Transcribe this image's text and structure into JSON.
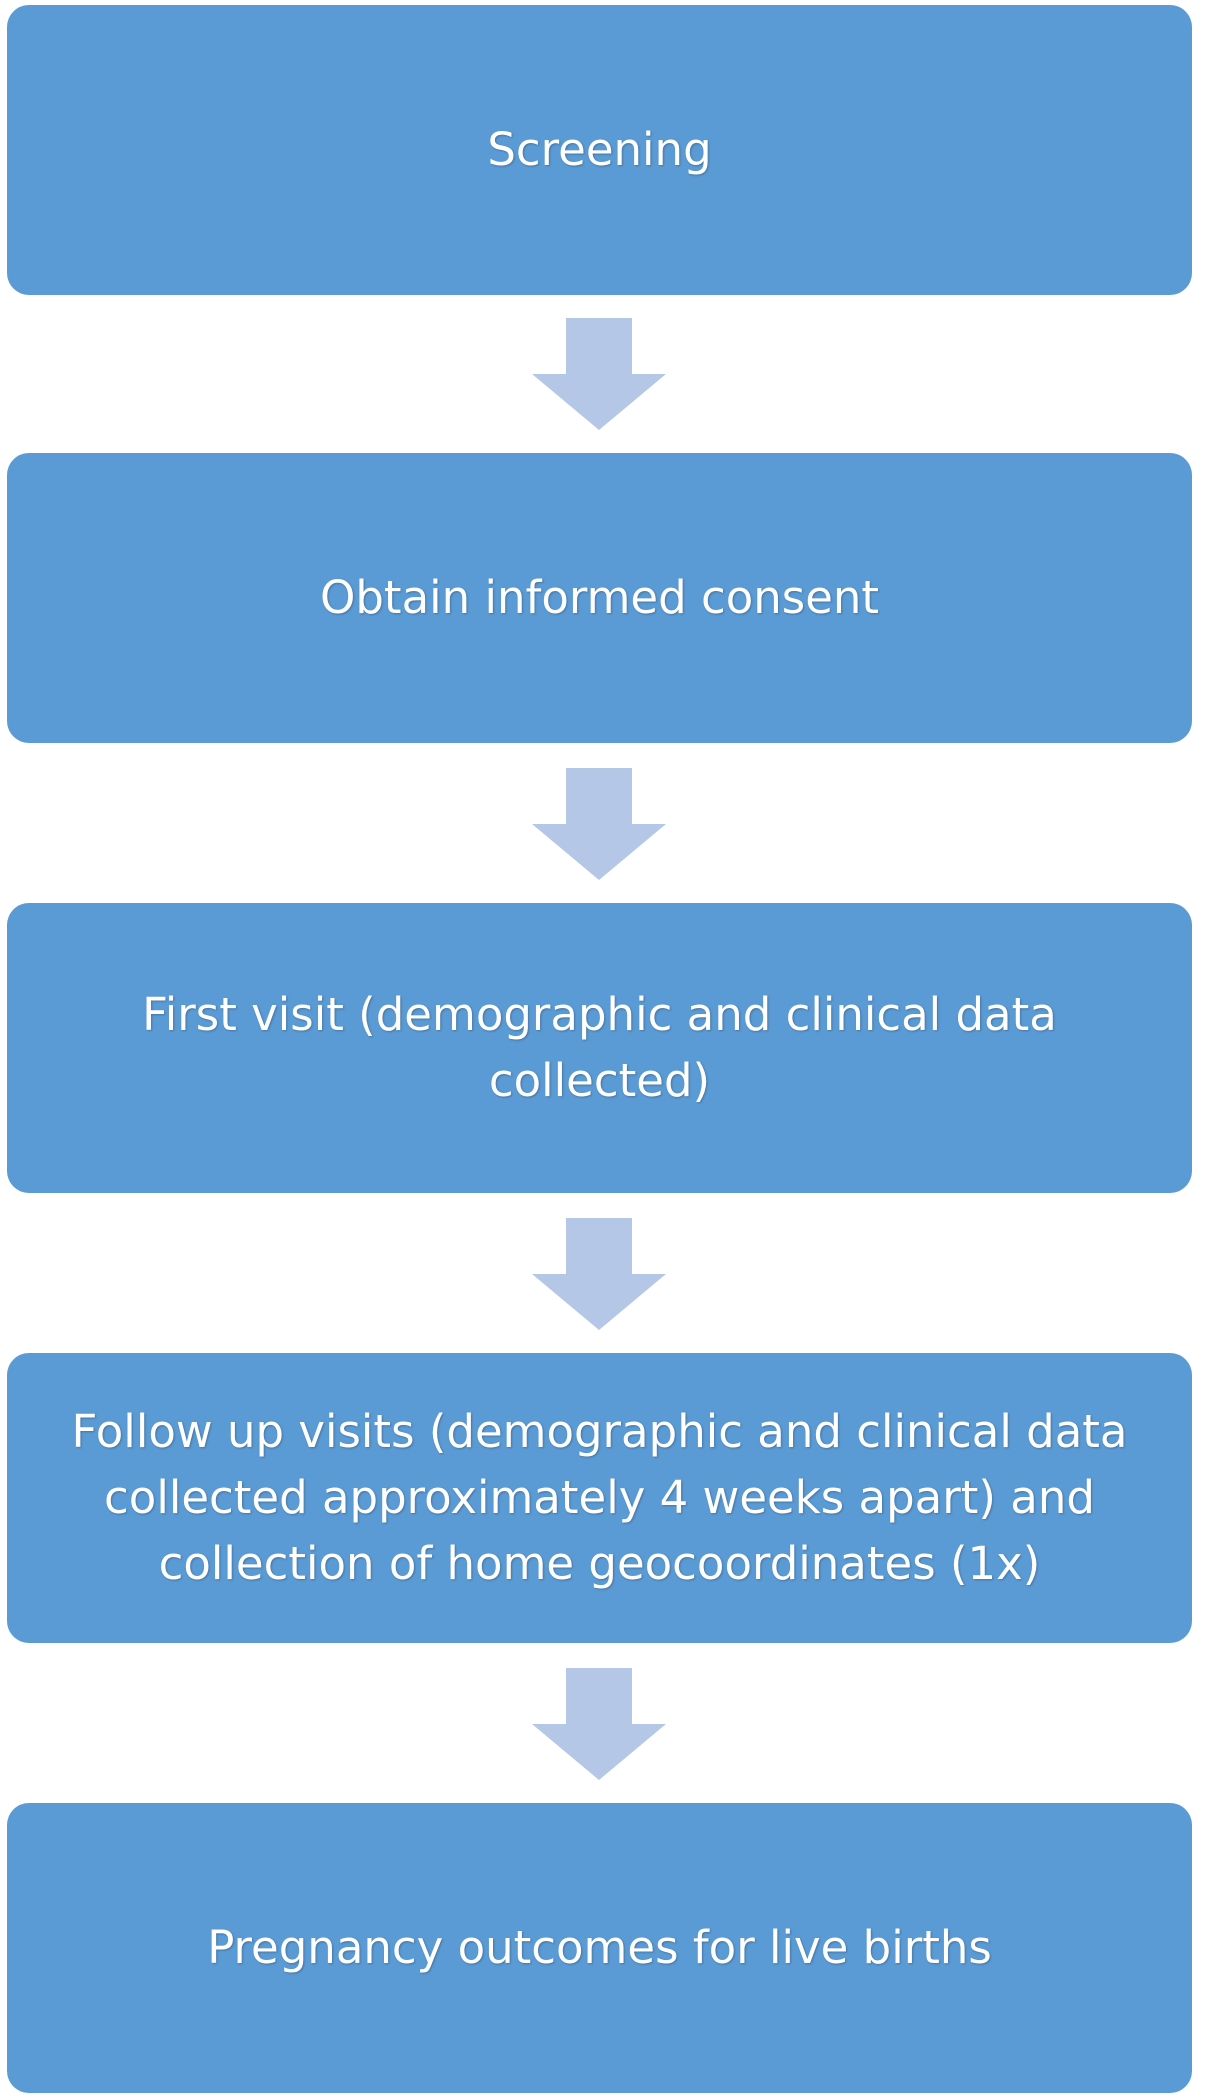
{
  "diagram": {
    "box_color": "#5b9bd5",
    "arrow_color": "#b4c7e7",
    "text_color": "#ffffff",
    "steps": [
      {
        "label": "Screening"
      },
      {
        "label": "Obtain informed consent"
      },
      {
        "label": "First visit (demographic and clinical data\ncollected)"
      },
      {
        "label": "Follow up visits (demographic and clinical data\ncollected approximately 4 weeks apart) and\ncollection of home geocoordinates  (1x)"
      },
      {
        "label": "Pregnancy outcomes for live births"
      }
    ],
    "arrows": [
      {
        "icon": "down-arrow-icon"
      },
      {
        "icon": "down-arrow-icon"
      },
      {
        "icon": "down-arrow-icon"
      },
      {
        "icon": "down-arrow-icon"
      }
    ]
  }
}
